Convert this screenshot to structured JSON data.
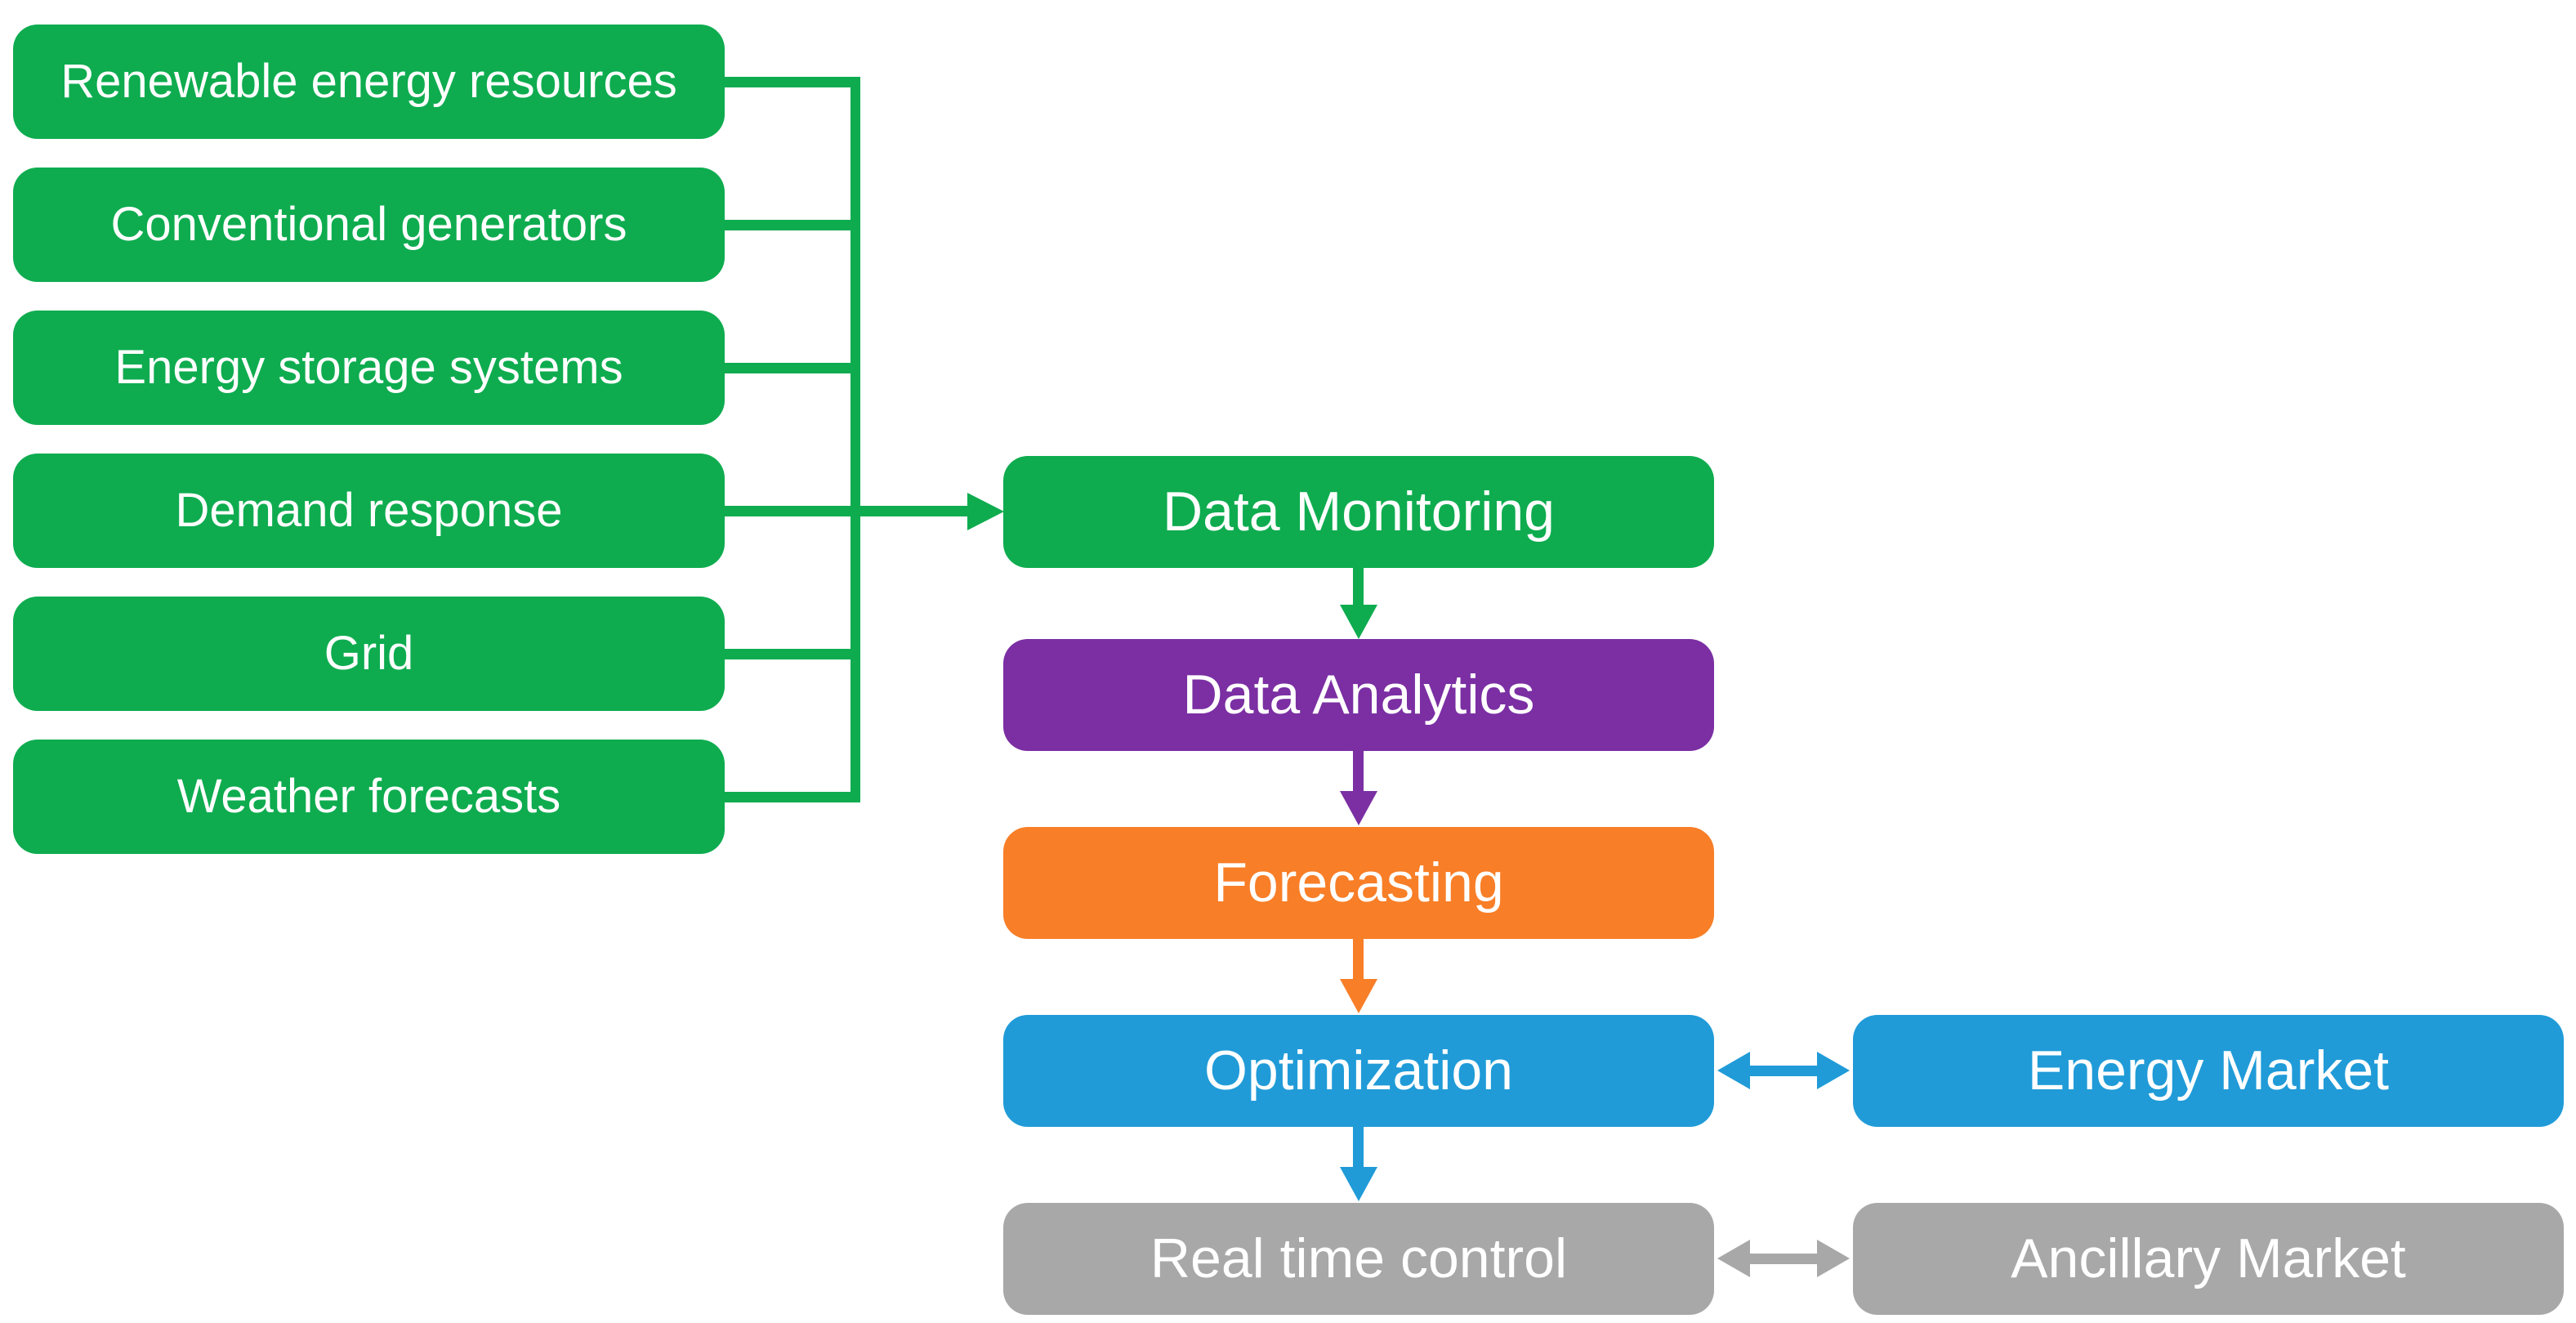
{
  "colors": {
    "green": "#0EAC4F",
    "purple": "#7B2FA3",
    "orange": "#F87E27",
    "blue": "#209BD8",
    "gray": "#A8A8A8",
    "box_text": "#FFFFFF",
    "background": "#FFFFFF"
  },
  "sources": {
    "items": [
      {
        "label": "Renewable energy resources",
        "color": "green"
      },
      {
        "label": "Conventional generators",
        "color": "green"
      },
      {
        "label": "Energy storage systems",
        "color": "green"
      },
      {
        "label": "Demand response",
        "color": "green"
      },
      {
        "label": "Grid",
        "color": "green"
      },
      {
        "label": "Weather forecasts",
        "color": "green"
      }
    ]
  },
  "pipeline": {
    "items": [
      {
        "label": "Data Monitoring",
        "color": "green"
      },
      {
        "label": "Data Analytics",
        "color": "purple"
      },
      {
        "label": "Forecasting",
        "color": "orange"
      },
      {
        "label": "Optimization",
        "color": "blue"
      },
      {
        "label": "Real time control",
        "color": "gray"
      }
    ]
  },
  "markets": {
    "items": [
      {
        "label": "Energy Market",
        "color": "blue"
      },
      {
        "label": "Ancillary Market",
        "color": "gray"
      }
    ]
  },
  "connections": {
    "sources_to_monitoring": "all source boxes feed Data Monitoring via bus",
    "optimization_energy_market": "bidirectional",
    "realtime_ancillary_market": "bidirectional"
  }
}
